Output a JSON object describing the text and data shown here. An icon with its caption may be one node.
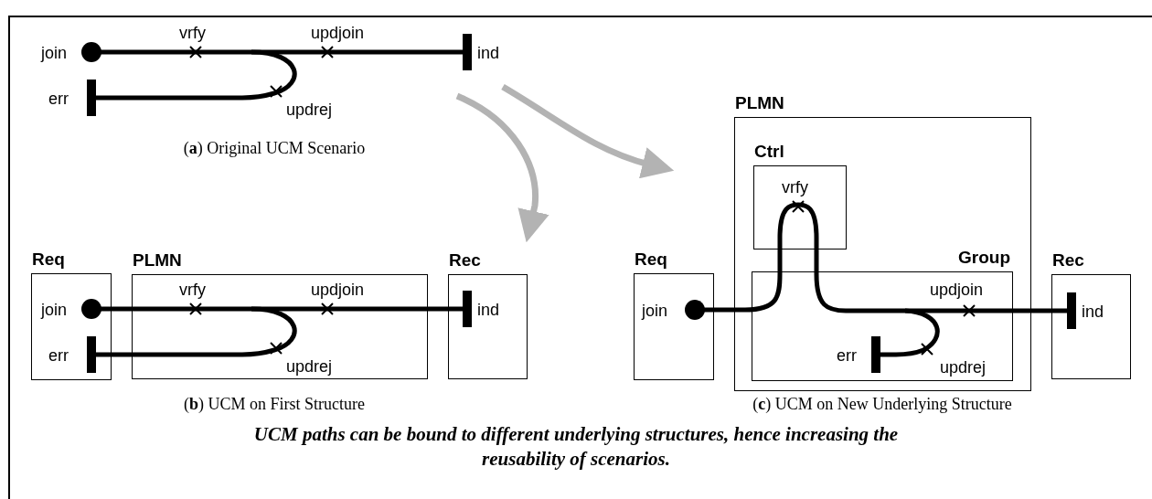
{
  "diagram": {
    "caption": "UCM paths can be bound to different underlying structures, hence increasing the reusability of scenarios.",
    "nodes": [
      {
        "text": [
          "Req"
        ]
      },
      {
        "text": [
          "PLMN"
        ]
      },
      {
        "text": [
          "Rec"
        ]
      },
      {
        "text": [
          "Req"
        ]
      },
      {
        "text": [
          "PLMN"
        ]
      },
      {
        "text": [
          "Ctrl"
        ],
        "in": 4
      },
      {
        "text": [
          "Group"
        ],
        "in": 4
      },
      {
        "text": [
          "Rec"
        ]
      }
    ],
    "edges": [],
    "labels": [
      "vrfy",
      "updjoin",
      "join",
      "ind",
      "err",
      "updrej",
      "(**a**) Original UCM Scenario",
      "vrfy",
      "updjoin",
      "join",
      "ind",
      "err",
      "updrej",
      "vrfy",
      "join",
      "updjoin",
      "ind",
      "err",
      "updrej",
      "(**b**) UCM on First Structure",
      "(**c**) UCM on New Underlying Structure"
    ]
  }
}
